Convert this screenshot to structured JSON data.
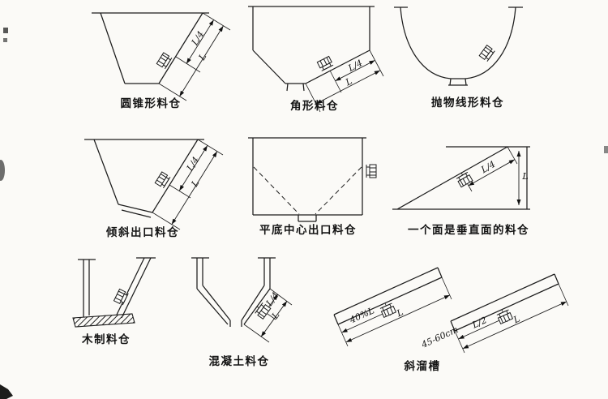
{
  "figure": {
    "captions": {
      "conical": "圆锥形料仓",
      "angular": "角形料仓",
      "parabolic": "抛物线形料仓",
      "inclined_outlet": "倾斜出口料仓",
      "flat_bottom_center": "平底中心出口料仓",
      "vertical_face": "一个面是垂直面的料仓",
      "wooden": "木制料仓",
      "concrete": "混凝土料仓",
      "chute": "斜溜槽"
    },
    "dims": {
      "quarter": "L/4",
      "full": "L",
      "half": "L/2",
      "pct40": "40%L",
      "spacing": "45-60cm"
    }
  }
}
